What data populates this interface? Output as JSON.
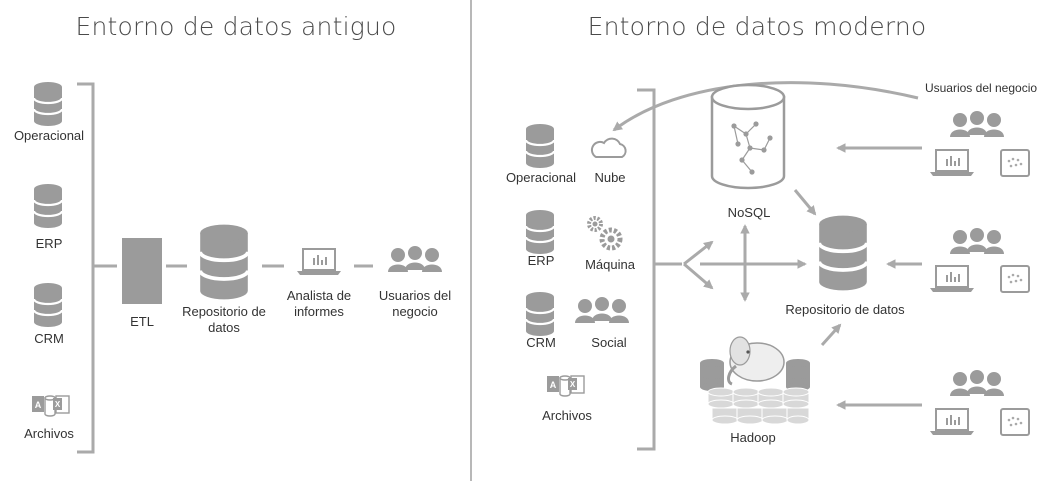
{
  "left": {
    "title": "Entorno de datos antiguo",
    "sources": [
      "Operacional",
      "ERP",
      "CRM",
      "Archivos"
    ],
    "etl": "ETL",
    "repository": "Repositorio de datos",
    "analyst": "Analista de informes",
    "users": "Usuarios del negocio"
  },
  "right": {
    "title": "Entorno de datos moderno",
    "sources": [
      "Operacional",
      "Nube",
      "ERP",
      "Máquina",
      "CRM",
      "Social",
      "Archivos"
    ],
    "nosql": "NoSQL",
    "repository": "Repositorio de datos",
    "hadoop": "Hadoop",
    "users_label": "Usuarios del negocio"
  },
  "colors": {
    "icon": "#9b9b9b",
    "line": "#aaaaaa",
    "divider": "#888888",
    "text": "#333333"
  }
}
